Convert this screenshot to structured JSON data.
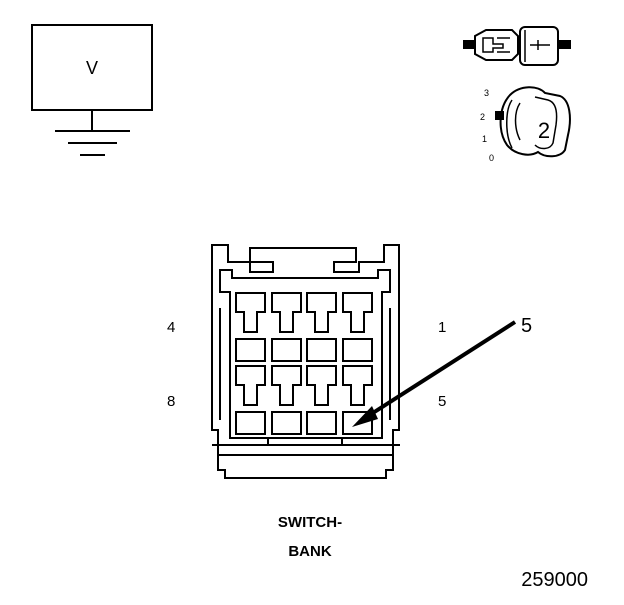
{
  "voltmeter": {
    "label": "V"
  },
  "switch_position": {
    "scale": [
      "3",
      "2",
      "1",
      "0"
    ],
    "selected": "2"
  },
  "connector": {
    "left_pins": [
      "4",
      "8"
    ],
    "right_pins": [
      "1",
      "5"
    ],
    "callout": "5",
    "name_line1": "SWITCH-",
    "name_line2": "BANK"
  },
  "figure_number": "259000",
  "colors": {
    "line": "#000000",
    "background": "#ffffff"
  }
}
